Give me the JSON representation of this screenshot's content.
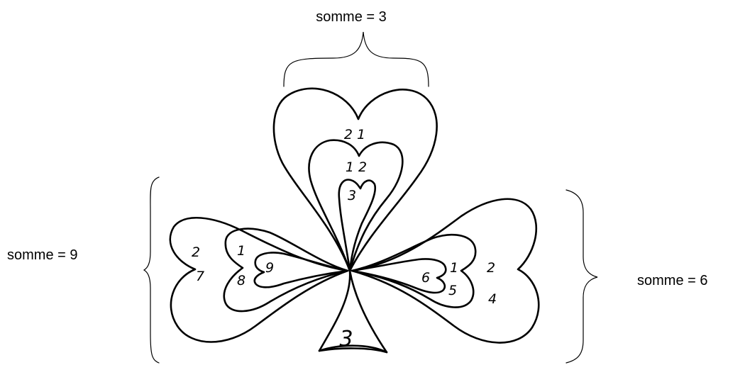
{
  "labels": {
    "top": "somme = 3",
    "left": "somme = 9",
    "right": "somme = 6"
  },
  "top_leaf": {
    "outer": "2 1",
    "middle": "1 2",
    "inner": "3"
  },
  "left_leaf": {
    "outer_top": "2",
    "outer_bottom": "7",
    "middle_top": "1",
    "middle_bottom": "8",
    "inner": "9"
  },
  "right_leaf": {
    "outer_top": "2",
    "outer_bottom": "4",
    "middle_top": "1",
    "middle_bottom": "5",
    "inner": "6"
  },
  "stem": {
    "value": "3"
  }
}
